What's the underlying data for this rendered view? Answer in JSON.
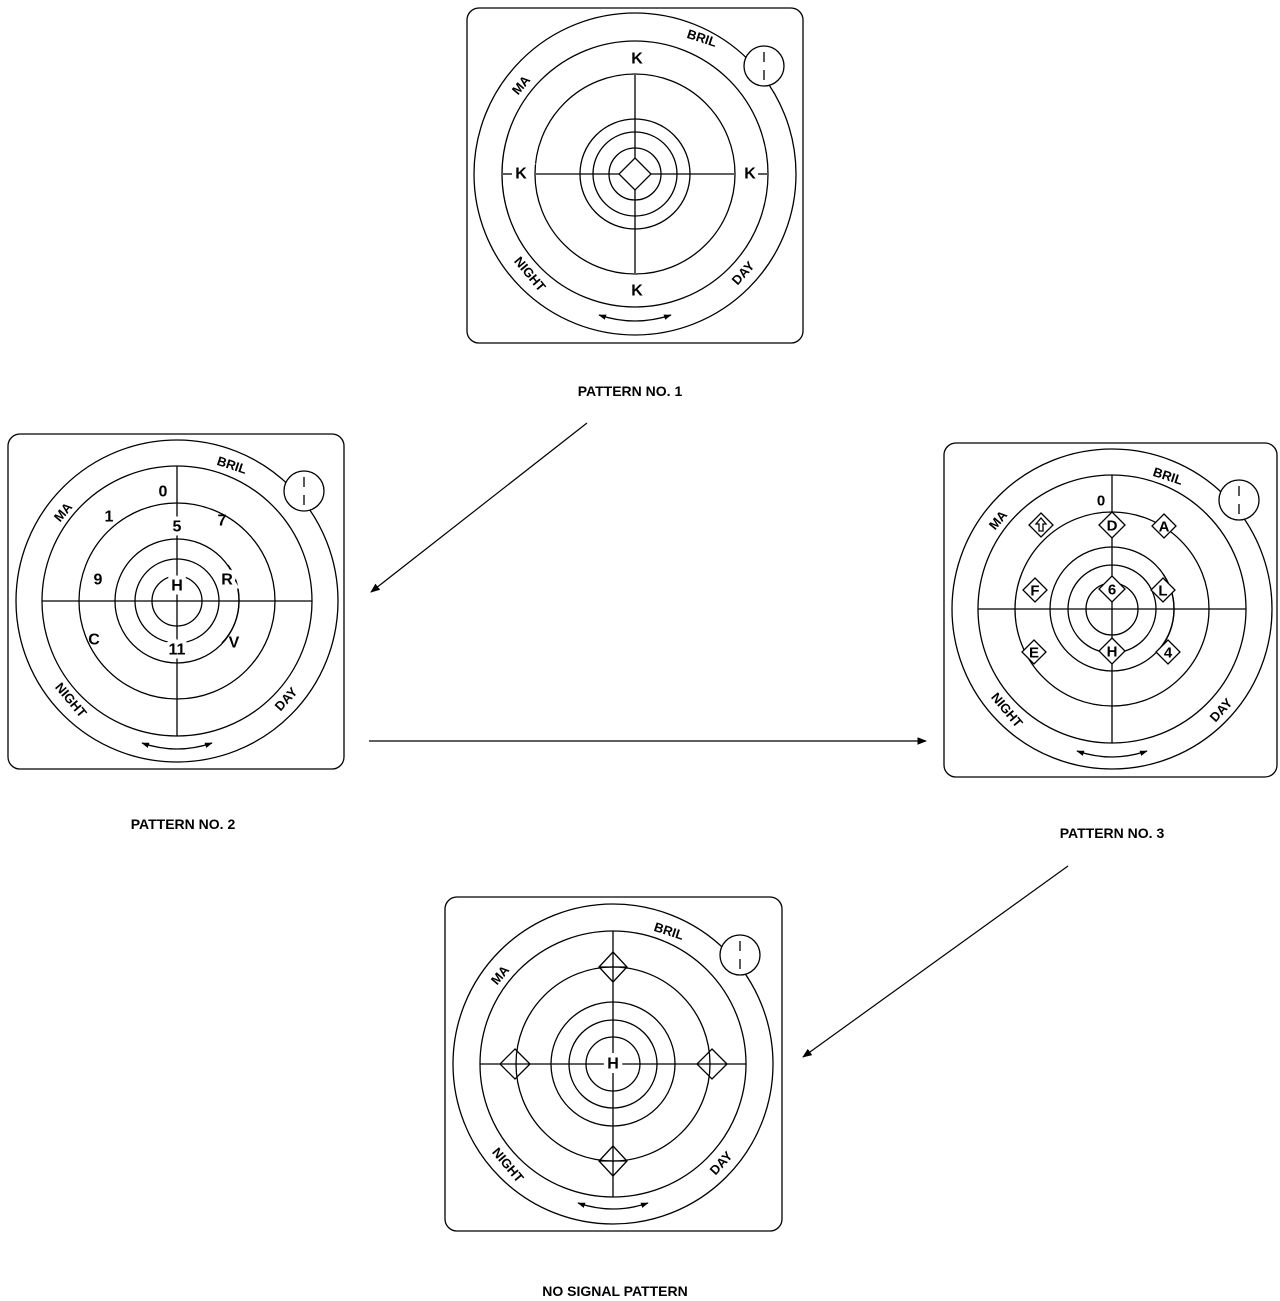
{
  "patterns": [
    {
      "caption": "PATTERN NO. 1",
      "dial": {
        "top": "BRIL",
        "left": "MA",
        "bottom_left": "NIGHT",
        "bottom_right": "DAY"
      },
      "marks": {
        "top": "K",
        "left": "K",
        "right": "K",
        "bottom": "K"
      }
    },
    {
      "caption": "PATTERN NO. 2",
      "dial": {
        "top": "BRIL",
        "left": "MA",
        "bottom_left": "NIGHT",
        "bottom_right": "DAY"
      },
      "marks": {
        "zero": "0",
        "one": "1",
        "five": "5",
        "seven": "7",
        "nine": "9",
        "h": "H",
        "r": "R",
        "c": "C",
        "eleven": "11",
        "v": "V"
      }
    },
    {
      "caption": "PATTERN NO. 3",
      "dial": {
        "top": "BRIL",
        "left": "MA",
        "bottom_left": "NIGHT",
        "bottom_right": "DAY"
      },
      "marks": {
        "zero": "0",
        "d": "D",
        "a": "A",
        "f": "F",
        "six": "6",
        "l": "L",
        "e": "E",
        "h": "H",
        "four": "4"
      }
    },
    {
      "caption": "NO SIGNAL PATTERN",
      "dial": {
        "top": "BRIL",
        "left": "MA",
        "bottom_left": "NIGHT",
        "bottom_right": "DAY"
      },
      "marks": {
        "center": "H"
      }
    }
  ]
}
